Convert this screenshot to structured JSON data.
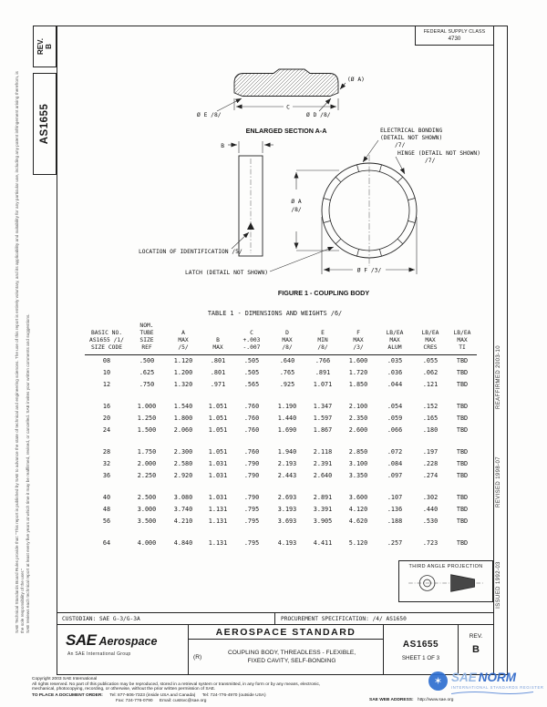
{
  "margins": {
    "rev_line1": "REV.",
    "rev_line2": "B",
    "doc_number": "AS1655",
    "disclaimer_line1": "SAE Technical Standards Board Rules provide that: \"This report is published by SAE to advance the state of technical and engineering sciences. The use of this report is entirely voluntary, and its applicability and suitability for any particular use, including any patent infringement arising therefrom, is the sole responsibility of the user.\"",
    "disclaimer_line2": "SAE reviews each technical report at least every five years at which time it may be reaffirmed, revised, or cancelled. SAE invites your written comments and suggestions.",
    "reaffirmed": "REAFFIRMED 2003-10",
    "revised": "REVISED 1998-07",
    "issued": "ISSUED 1992-03"
  },
  "header": {
    "federal_supply_class_label": "FEDERAL SUPPLY CLASS",
    "federal_supply_class_value": "4730"
  },
  "drawing": {
    "labels": {
      "section_title": "ENLARGED SECTION A-A",
      "dim_a_ref": "(Ø A)",
      "dim_c": "C",
      "dim_e": "Ø E  /8/",
      "dim_d": "Ø D  /8/",
      "bonding_line1": "ELECTRICAL BONDING",
      "bonding_line2": "(DETAIL NOT SHOWN)",
      "bonding_note": "/7/",
      "hinge_line": "HINGE (DETAIL NOT SHOWN)",
      "hinge_note": "/7/",
      "dim_b": "B",
      "dim_a_line1": "Ø A",
      "dim_a_note": "/8/",
      "dim_f": "Ø F  /3/",
      "location_id": "LOCATION OF IDENTIFICATION  /5/",
      "latch": "LATCH (DETAIL NOT SHOWN)",
      "figure_caption": "FIGURE 1 - COUPLING BODY"
    }
  },
  "table": {
    "title": "TABLE 1 - DIMENSIONS AND WEIGHTS /6/",
    "headers": [
      [
        "BASIC NO.",
        "AS1655 /1/",
        "SIZE CODE"
      ],
      [
        "NOM.",
        "TUBE",
        "SIZE",
        "REF"
      ],
      [
        "A",
        "MAX",
        "/5/"
      ],
      [
        "B",
        "MAX"
      ],
      [
        "C",
        "+.003",
        "-.007"
      ],
      [
        "D",
        "MAX",
        "/8/"
      ],
      [
        "E",
        "MIN",
        "/8/"
      ],
      [
        "F",
        "MAX",
        "/3/"
      ],
      [
        "LB/EA",
        "MAX",
        "ALUM"
      ],
      [
        "LB/EA",
        "MAX",
        "CRES"
      ],
      [
        "LB/EA",
        "MAX",
        "TI"
      ]
    ],
    "groups": [
      [
        [
          "08",
          ".500",
          "1.120",
          ".801",
          ".505",
          ".640",
          ".766",
          "1.600",
          ".035",
          ".055",
          "TBD"
        ],
        [
          "10",
          ".625",
          "1.200",
          ".801",
          ".505",
          ".765",
          ".891",
          "1.720",
          ".036",
          ".062",
          "TBD"
        ],
        [
          "12",
          ".750",
          "1.320",
          ".971",
          ".565",
          ".925",
          "1.071",
          "1.850",
          ".044",
          ".121",
          "TBD"
        ]
      ],
      [
        [
          "16",
          "1.000",
          "1.540",
          "1.051",
          ".760",
          "1.190",
          "1.347",
          "2.100",
          ".054",
          ".152",
          "TBD"
        ],
        [
          "20",
          "1.250",
          "1.800",
          "1.051",
          ".760",
          "1.440",
          "1.597",
          "2.350",
          ".059",
          ".165",
          "TBD"
        ],
        [
          "24",
          "1.500",
          "2.060",
          "1.051",
          ".760",
          "1.690",
          "1.867",
          "2.600",
          ".066",
          ".180",
          "TBD"
        ]
      ],
      [
        [
          "28",
          "1.750",
          "2.300",
          "1.051",
          ".760",
          "1.940",
          "2.118",
          "2.850",
          ".072",
          ".197",
          "TBD"
        ],
        [
          "32",
          "2.000",
          "2.580",
          "1.031",
          ".790",
          "2.193",
          "2.391",
          "3.100",
          ".084",
          ".228",
          "TBD"
        ],
        [
          "36",
          "2.250",
          "2.920",
          "1.031",
          ".790",
          "2.443",
          "2.640",
          "3.350",
          ".097",
          ".274",
          "TBD"
        ]
      ],
      [
        [
          "40",
          "2.500",
          "3.080",
          "1.031",
          ".790",
          "2.693",
          "2.891",
          "3.600",
          ".107",
          ".302",
          "TBD"
        ],
        [
          "48",
          "3.000",
          "3.740",
          "1.131",
          ".795",
          "3.193",
          "3.391",
          "4.120",
          ".136",
          ".440",
          "TBD"
        ],
        [
          "56",
          "3.500",
          "4.210",
          "1.131",
          ".795",
          "3.693",
          "3.905",
          "4.620",
          ".188",
          ".530",
          "TBD"
        ]
      ],
      [
        [
          "64",
          "4.000",
          "4.840",
          "1.131",
          ".795",
          "4.193",
          "4.411",
          "5.120",
          ".257",
          ".723",
          "TBD"
        ]
      ]
    ]
  },
  "projection": {
    "label": "THIRD ANGLE PROJECTION"
  },
  "title_block": {
    "custodian": "CUSTODIAN: SAE G-3/G-3A",
    "procurement": "PROCUREMENT SPECIFICATION: /4/ AS1650",
    "standard_type": "AEROSPACE STANDARD",
    "revision_mark": "(R)",
    "title_line1": "COUPLING BODY, THREADLESS - FLEXIBLE,",
    "title_line2": "FIXED CAVITY, SELF-BONDING",
    "doc_number": "AS1655",
    "sheet": "SHEET 1 OF 3",
    "rev_label": "REV.",
    "rev_value": "B",
    "logo_sae": "SAE",
    "logo_aerospace": "Aerospace",
    "logo_tagline": "An SAE International Group"
  },
  "fine_print": {
    "copyright_line": "Copyright 2003 SAE International",
    "rights_line": "All rights reserved. No part of this publication may be reproduced, stored in a retrieval system or transmitted, in any form or by any means, electronic, mechanical, photocopying, recording, or otherwise, without the prior written permission of SAE.",
    "order_label": "TO PLACE A DOCUMENT ORDER:",
    "order_tel1": "Tel: 877-606-7323 (inside USA and Canada)",
    "order_tel2": "Tel: 724-776-4970 (outside USA)",
    "order_fax": "Fax: 724-776-0790",
    "order_email": "Email: custsvc@sae.org",
    "web_label": "SAE WEB ADDRESS:",
    "web_url": "http://www.sae.org"
  },
  "watermark": {
    "badge_glyph": "✶",
    "text_sae": "SAE",
    "text_norm": "NORM",
    "subtext": "INTERNATIONAL STANDARDS REGISTER",
    "color": "#2b66c8"
  }
}
